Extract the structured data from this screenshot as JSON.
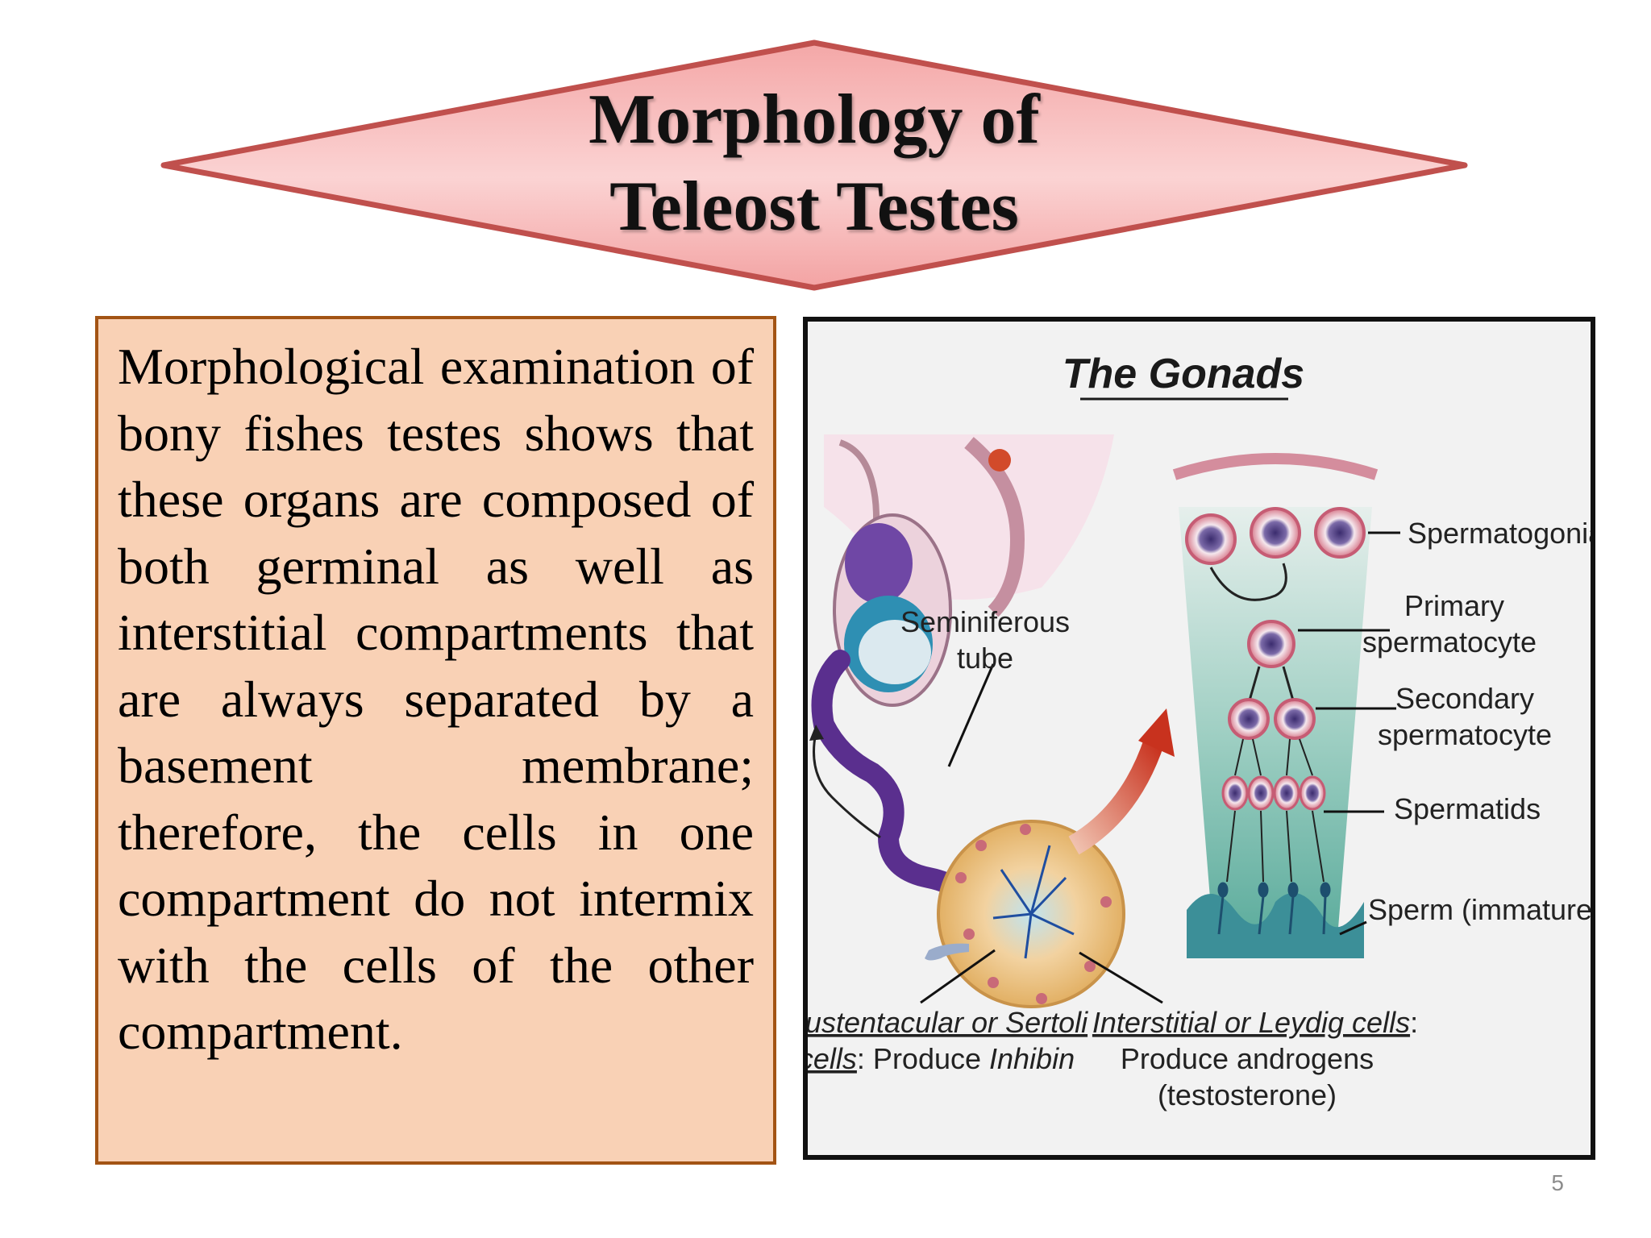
{
  "slide": {
    "title_line1": "Morphology of",
    "title_line2": "Teleost Testes",
    "body_text": "Morphological examination of bony fishes testes shows that these organs are composed of both germinal as well as interstitial compartments that are always separated by a basement membrane; therefore, the cells in one compartment do not intermix with the cells of the other compartment.",
    "page_number": "5"
  },
  "diagram": {
    "title": "The Gonads",
    "labels": {
      "seminiferous_1": "Seminiferous",
      "seminiferous_2": "tube",
      "spermatogonia": "Spermatogonia",
      "primary_1": "Primary",
      "primary_2": "spermatocyte",
      "secondary_1": "Secondary",
      "secondary_2": "spermatocyte",
      "spermatids": "Spermatids",
      "sperm": "Sperm (immature)",
      "sertoli_1": "Sustentacular or Sertoli",
      "sertoli_2a": "cells",
      "sertoli_2b": ": Produce ",
      "sertoli_2c": "Inhibin",
      "leydig_1a": "Interstitial or Leydig cells",
      "leydig_1b": ":",
      "leydig_2": "Produce androgens",
      "leydig_3": "(testosterone)"
    }
  },
  "colors": {
    "title_fill": "#f7b3b3",
    "title_border": "#c0504d",
    "textbox_fill": "#f9d1b5",
    "textbox_border": "#a35414"
  }
}
